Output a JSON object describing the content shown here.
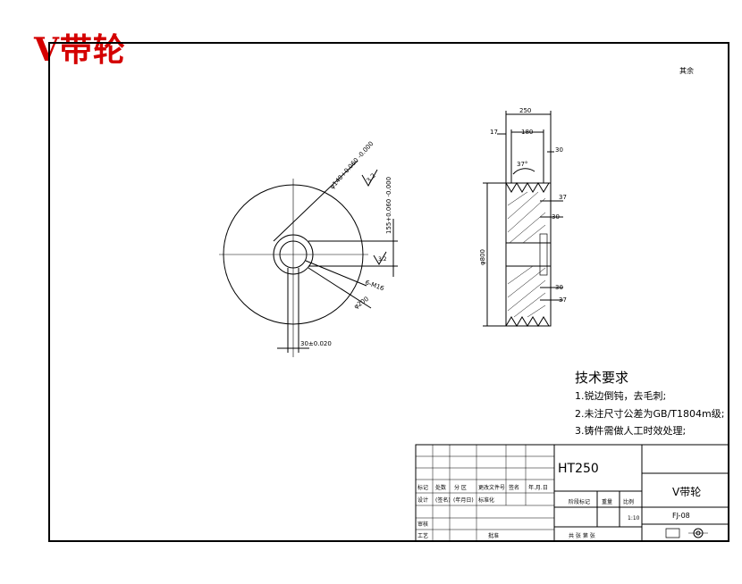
{
  "title": "V带轮",
  "roughness_note": "其余",
  "front_view": {
    "dims": {
      "hub_bore": "φ140+0.060 -0.000",
      "hub_roughness": "3.2",
      "keyway_depth": "155+0.060 -0.000",
      "center_roughness": "3.2",
      "holes": "6-M16",
      "hole_circle": "φ200",
      "key_width": "30±0.020"
    }
  },
  "section_view": {
    "dims": {
      "total_width": "250",
      "rim_offset": "17",
      "groove_span": "180",
      "groove_angle": "37°",
      "dim_30_top": "30",
      "dim_37_top": "37",
      "dim_30_mid": "30",
      "diameter": "φ800",
      "dim_30_bot": "30",
      "dim_37_bot": "37"
    }
  },
  "tech_requirements": {
    "title": "技术要求",
    "items": [
      "1.锐边倒钝，去毛刺;",
      "2.未注尺寸公差为GB/T1804m级;",
      "3.铸件需做人工时效处理;"
    ]
  },
  "title_block": {
    "material": "HT250",
    "part_name": "V带轮",
    "drawing_no": "FJ-08",
    "scale": "1:10",
    "labels": {
      "mark": "标记",
      "count": "处数",
      "zone": "分 区",
      "change_doc": "更改文件号",
      "sign": "签名",
      "date": "年.月.日",
      "design": "设计",
      "sign2": "(签名)",
      "date2": "(年月日)",
      "standard": "标准化",
      "stage_mark": "阶段标记",
      "weight": "重量",
      "scale_label": "比例",
      "review": "审核",
      "process": "工艺",
      "approve": "批准",
      "sheets": "共 张  第 张"
    }
  }
}
